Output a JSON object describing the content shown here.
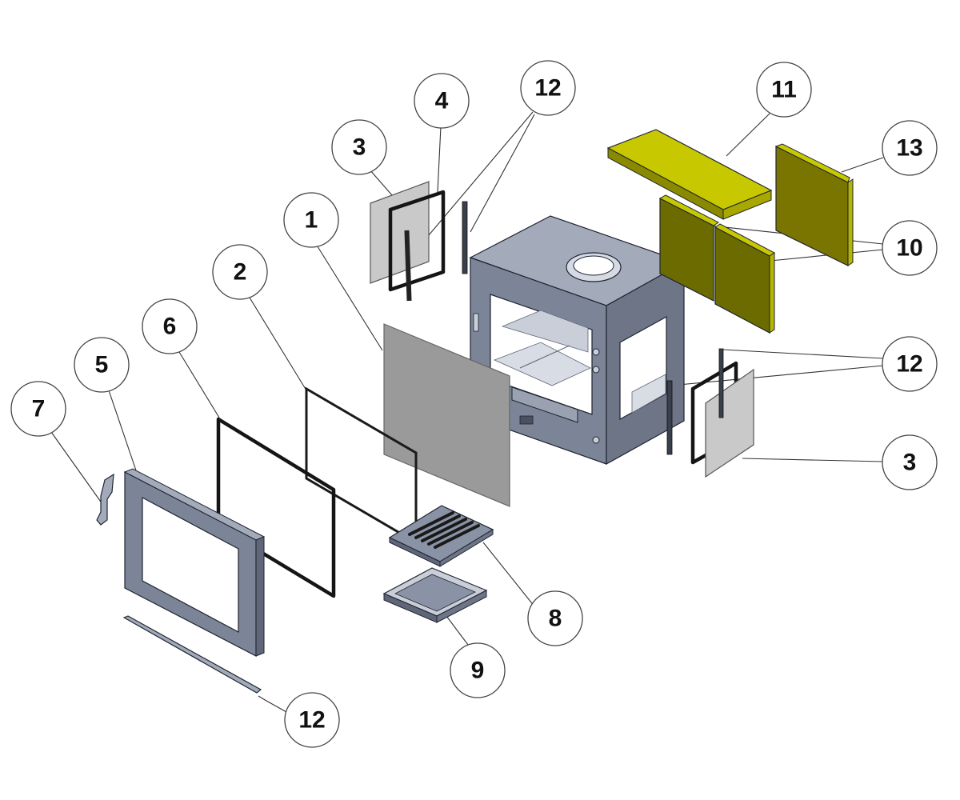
{
  "diagram": {
    "type": "exploded-assembly",
    "colors": {
      "steel": "#8a93a5",
      "steel_light": "#a3abbb",
      "steel_dark": "#5f6678",
      "glass": "#9a9a9a",
      "glass_light": "#cfcfcf",
      "liner": "#c8c800",
      "liner_dark": "#6b6b00",
      "outline": "#1f2430"
    },
    "callouts": [
      {
        "id": "c1",
        "text": "1"
      },
      {
        "id": "c2",
        "text": "2"
      },
      {
        "id": "c3a",
        "text": "3"
      },
      {
        "id": "c3b",
        "text": "3"
      },
      {
        "id": "c4",
        "text": "4"
      },
      {
        "id": "c5",
        "text": "5"
      },
      {
        "id": "c6",
        "text": "6"
      },
      {
        "id": "c7",
        "text": "7"
      },
      {
        "id": "c8",
        "text": "8"
      },
      {
        "id": "c9",
        "text": "9"
      },
      {
        "id": "c10",
        "text": "10"
      },
      {
        "id": "c11",
        "text": "11"
      },
      {
        "id": "c12a",
        "text": "12"
      },
      {
        "id": "c12b",
        "text": "12"
      },
      {
        "id": "c12c",
        "text": "12"
      },
      {
        "id": "c13",
        "text": "13"
      }
    ]
  }
}
